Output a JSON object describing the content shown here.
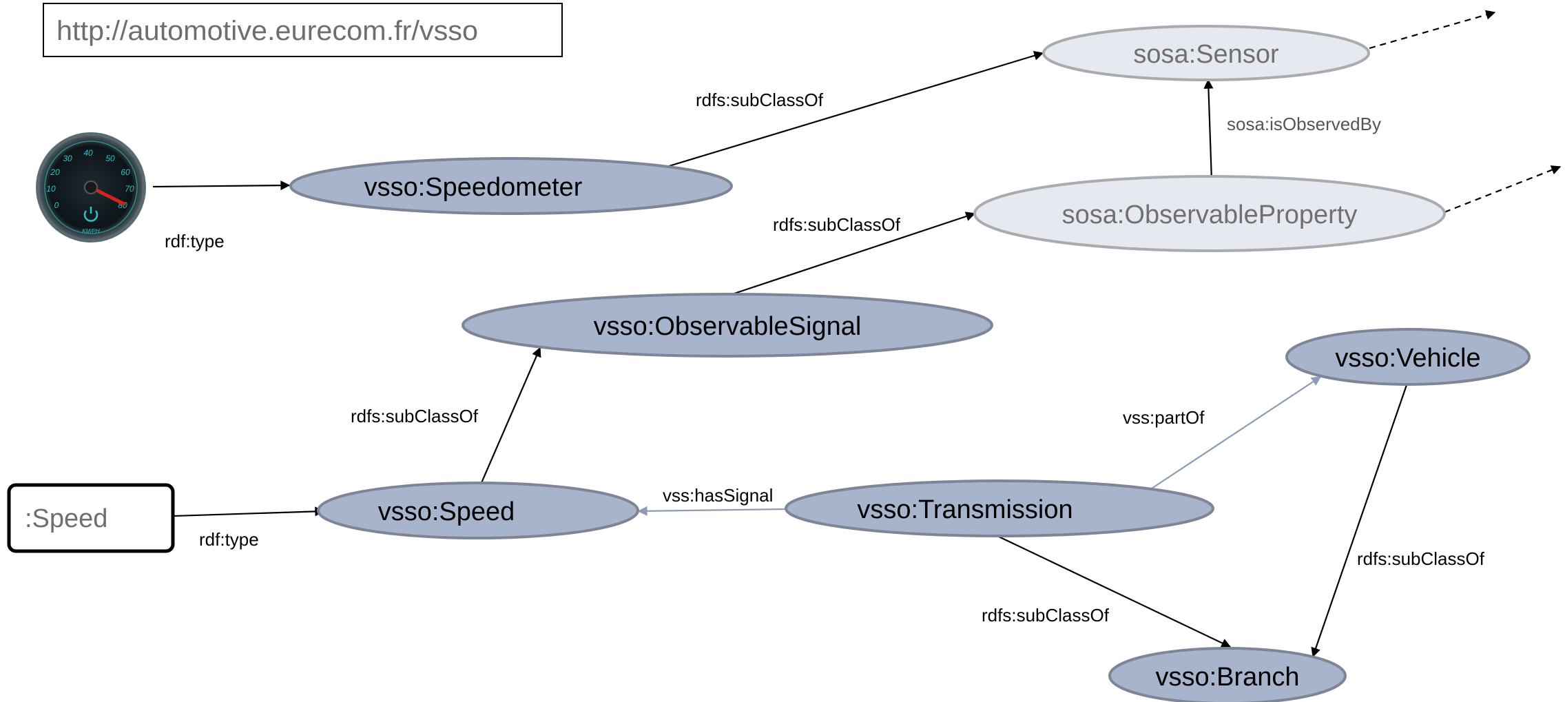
{
  "namespace_url": "http://automotive.eurecom.fr/vsso",
  "instances": {
    "speed": ":Speed"
  },
  "nodes": {
    "sensor": "sosa:Sensor",
    "observable_property": "sosa:ObservableProperty",
    "speedometer": "vsso:Speedometer",
    "observable_signal": "vsso:ObservableSignal",
    "vehicle": "vsso:Vehicle",
    "speed": "vsso:Speed",
    "transmission": "vsso:Transmission",
    "branch": "vsso:Branch"
  },
  "edges": {
    "speedometer_subclass": "rdfs:subClassOf",
    "gauge_type": "rdf:type",
    "is_observed_by": "sosa:isObservedBy",
    "signal_subclass": "rdfs:subClassOf",
    "speed_subclass": "rdfs:subClassOf",
    "part_of": "vss:partOf",
    "has_signal": "vss:hasSignal",
    "speed_type": "rdf:type",
    "vehicle_subclass": "rdfs:subClassOf",
    "transmission_subclass": "rdfs:subClassOf"
  },
  "gauge": {
    "ticks": [
      "0",
      "10",
      "20",
      "30",
      "40",
      "50",
      "60",
      "70",
      "80"
    ],
    "unit": "KM/PH"
  },
  "colors": {
    "class_fill": "#a8b4cc",
    "class_stroke": "#7d8596",
    "external_fill": "#e6e9ef",
    "external_stroke": "#a9abaf",
    "edge_dark": "#000000",
    "edge_light": "#8c9bb7",
    "gauge_accent": "#2ec4c8",
    "needle": "#d6221d"
  }
}
